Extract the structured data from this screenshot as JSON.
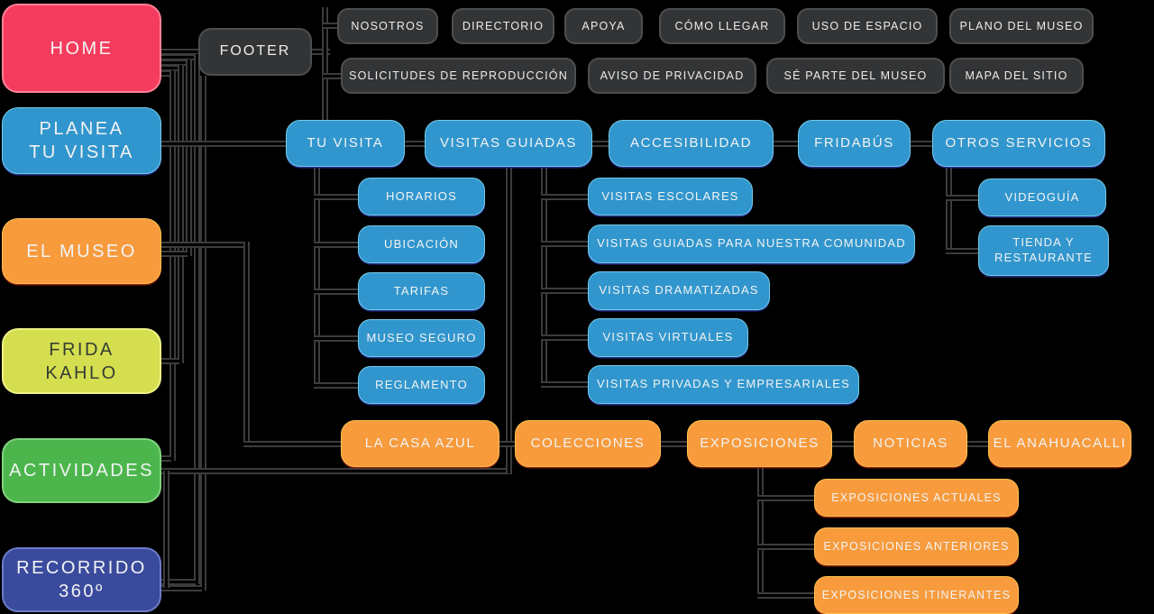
{
  "colors": {
    "background": "#000000",
    "pink": "#f63c5e",
    "blue": "#3196cd",
    "orange": "#f79b3d",
    "lime": "#d5de4e",
    "green": "#4cb64d",
    "navy": "#3a4b9d",
    "dark_gray": "#323436",
    "connector": "#3c3c3c"
  },
  "nav": {
    "home": "HOME",
    "planea": "PLANEA\nTU VISITA",
    "museo": "EL MUSEO",
    "frida": "FRIDA\nKAHLO",
    "actividades": "ACTIVIDADES",
    "recorrido": "RECORRIDO\n360º"
  },
  "footer": {
    "label": "FOOTER",
    "links_row1": [
      "NOSOTROS",
      "DIRECTORIO",
      "APOYA",
      "CÓMO LLEGAR",
      "USO DE ESPACIO",
      "PLANO DEL MUSEO"
    ],
    "links_row2": [
      "SOLICITUDES DE REPRODUCCIÓN",
      "AVISO DE PRIVACIDAD",
      "SÉ PARTE DEL MUSEO",
      "MAPA DEL SITIO"
    ]
  },
  "visita": {
    "pages": [
      "TU VISITA",
      "VISITAS GUIADAS",
      "ACCESIBILIDAD",
      "FRIDABÚS",
      "OTROS SERVICIOS"
    ],
    "tu_visita_children": [
      "HORARIOS",
      "UBICACIÓN",
      "TARIFAS",
      "MUSEO SEGURO",
      "REGLAMENTO"
    ],
    "visitas_guiadas_children": [
      "VISITAS ESCOLARES",
      "VISITAS GUIADAS PARA NUESTRA COMUNIDAD",
      "VISITAS DRAMATIZADAS",
      "VISITAS VIRTUALES",
      "VISITAS PRIVADAS Y EMPRESARIALES"
    ],
    "otros_servicios_children": [
      "VIDEOGUÍA",
      "TIENDA Y\nRESTAURANTE"
    ]
  },
  "museo": {
    "pages": [
      "LA CASA AZUL",
      "COLECCIONES",
      "EXPOSICIONES",
      "NOTICIAS",
      "EL ANAHUACALLI"
    ],
    "exposiciones_children": [
      "EXPOSICIONES ACTUALES",
      "EXPOSICIONES ANTERIORES",
      "EXPOSICIONES ITINERANTES"
    ]
  }
}
